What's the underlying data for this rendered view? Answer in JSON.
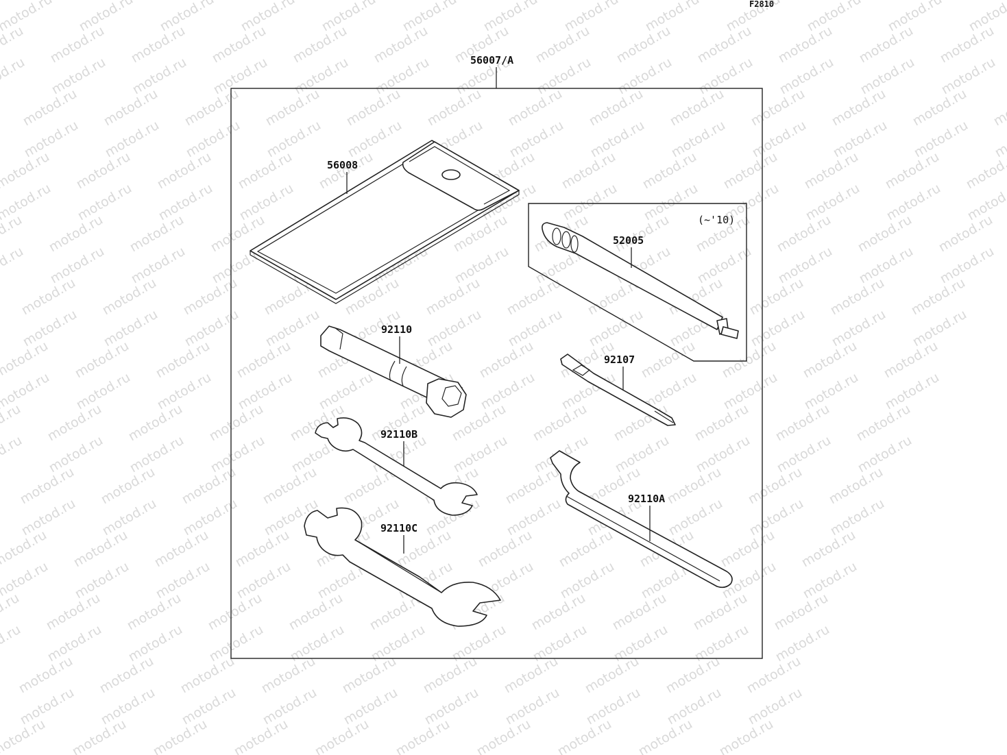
{
  "figure_code": "F2810",
  "watermark": "motod.ru",
  "assembly": {
    "number": "56007/A"
  },
  "subframe": {
    "note": "(~'10)"
  },
  "parts": {
    "case": {
      "number": "56008"
    },
    "plug_wrench": {
      "number": "92110"
    },
    "screwdriver_handle": {
      "number": "52005"
    },
    "screwdriver_bit": {
      "number": "92107"
    },
    "wrench_b": {
      "number": "92110B"
    },
    "wrench_c": {
      "number": "92110C"
    },
    "spanner_hook": {
      "number": "92110A"
    }
  }
}
